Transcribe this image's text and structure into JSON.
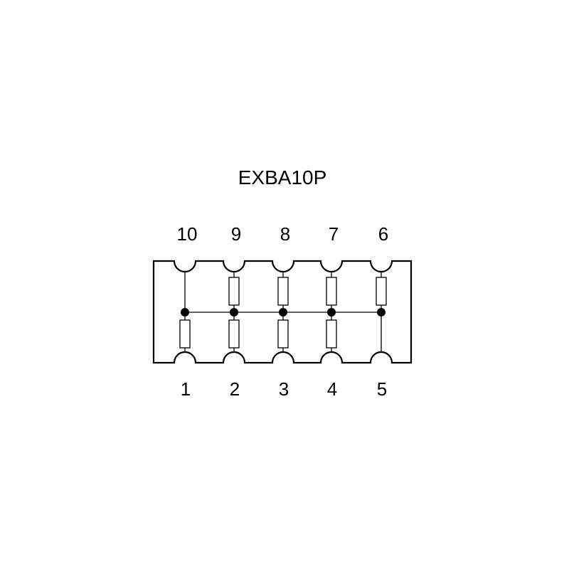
{
  "title": "EXBA10P",
  "top_pins": [
    "10",
    "9",
    "8",
    "7",
    "6"
  ],
  "bottom_pins": [
    "1",
    "2",
    "3",
    "4",
    "5"
  ],
  "top_resistors": [
    false,
    true,
    true,
    true,
    true
  ],
  "bottom_resistors": [
    true,
    true,
    true,
    true,
    false
  ],
  "colors": {
    "line": "#000000",
    "background": "#ffffff"
  }
}
